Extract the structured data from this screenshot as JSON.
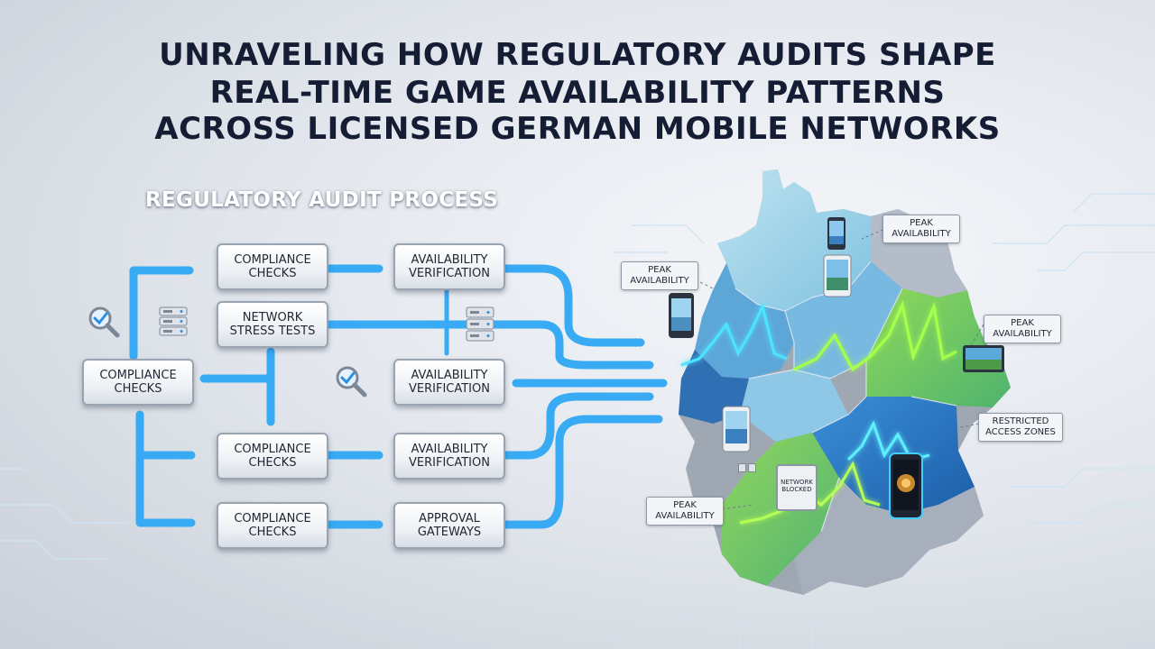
{
  "title": {
    "line1": "UNRAVELING HOW REGULATORY AUDITS SHAPE",
    "line2": "REAL-TIME GAME AVAILABILITY PATTERNS",
    "line3": "ACROSS LICENSED GERMAN MOBILE NETWORKS"
  },
  "process": {
    "title": "REGULATORY AUDIT PROCESS",
    "nodes": {
      "compliance_top": "COMPLIANCE\nCHECKS",
      "availability_top": "AVAILABILITY\nVERIFICATION",
      "network_stress": "NETWORK\nSTRESS TESTS",
      "compliance_left": "COMPLIANCE\nCHECKS",
      "availability_mid": "AVAILABILITY\nVERIFICATION",
      "compliance_mid": "COMPLIANCE\nCHECKS",
      "availability_low": "AVAILABILITY\nVERIFICATION",
      "compliance_bottom": "COMPLIANCE\nCHECKS",
      "approval": "APPROVAL\nGATEWAYS"
    }
  },
  "map": {
    "labels": {
      "peak_north": "PEAK\nAVAILABILITY",
      "peak_west": "PEAK\nAVAILABILITY",
      "peak_east": "PEAK\nAVAILABILITY",
      "restricted": "RESTRICTED\nACCESS ZONES",
      "peak_south": "PEAK\nAVAILABILITY"
    },
    "blocked_text": "NETWORK\nBLOCKED"
  },
  "colors": {
    "arrow_blue": "#2aa6f5",
    "peak_green": "#8ee04a",
    "title_navy": "#141d33",
    "region_blue": "#2f7fd0"
  }
}
